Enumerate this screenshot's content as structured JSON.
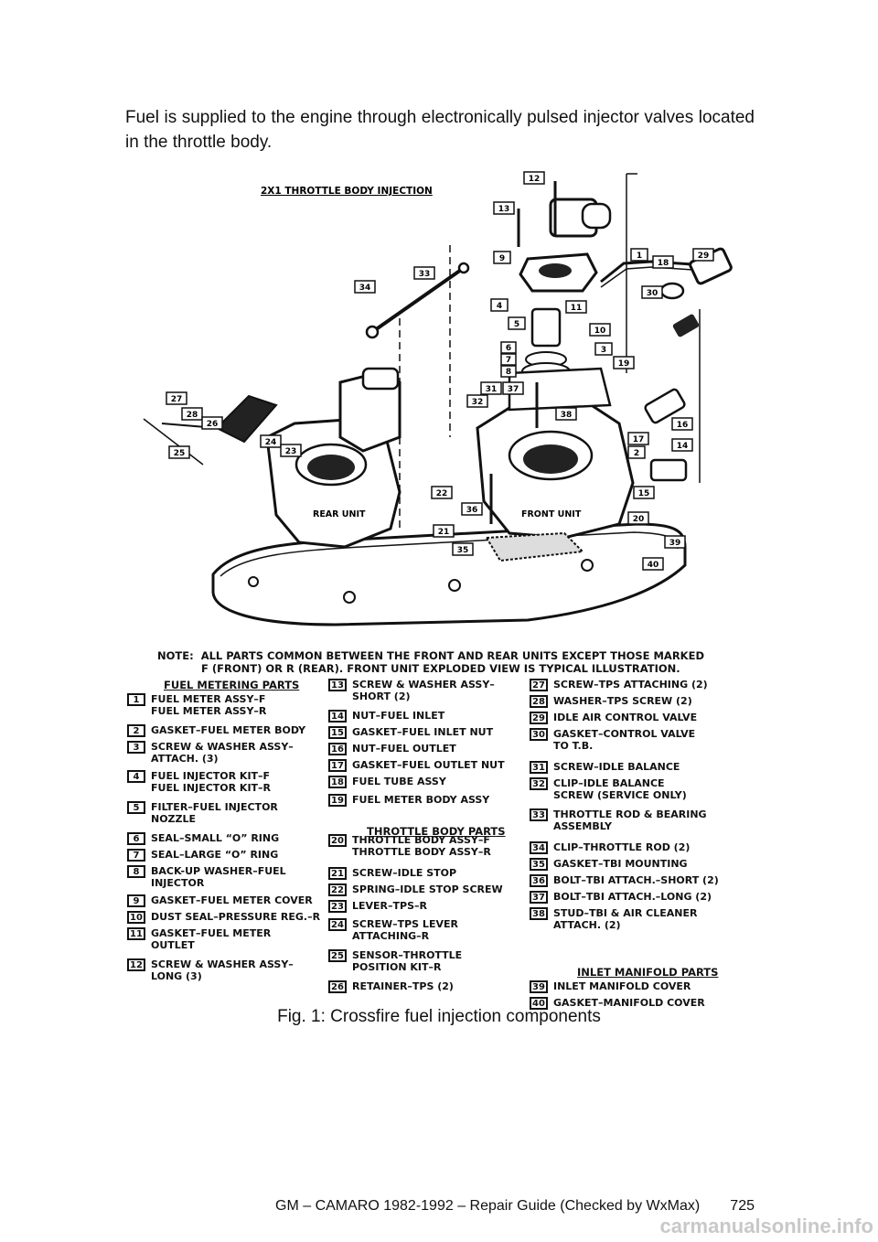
{
  "intro_text": "Fuel is supplied to the engine through electronically pulsed injector valves located in the throttle body.",
  "diagram": {
    "title": "2X1 THROTTLE BODY INJECTION",
    "rear_unit_label": "REAR UNIT",
    "front_unit_label": "FRONT UNIT",
    "callouts": [
      "12",
      "13",
      "9",
      "1",
      "18",
      "29",
      "34",
      "33",
      "30",
      "4",
      "11",
      "5",
      "10",
      "6",
      "3",
      "7",
      "8",
      "19",
      "31",
      "37",
      "32",
      "38",
      "27",
      "16",
      "28",
      "26",
      "17",
      "2",
      "24",
      "23",
      "14",
      "25",
      "22",
      "15",
      "36",
      "21",
      "20",
      "35",
      "39",
      "40"
    ]
  },
  "note": "NOTE:  ALL PARTS COMMON BETWEEN THE FRONT AND REAR UNITS EXCEPT THOSE MARKED\n            F (FRONT) OR R (REAR). FRONT UNIT EXPLODED VIEW IS TYPICAL ILLUSTRATION.",
  "headings": {
    "fuel_metering": "FUEL METERING PARTS",
    "throttle_body": "THROTTLE BODY PARTS",
    "inlet_manifold": "INLET MANIFOLD PARTS"
  },
  "parts": [
    {
      "num": "1",
      "label": "FUEL METER ASSY–F\nFUEL METER ASSY–R"
    },
    {
      "num": "2",
      "label": "GASKET–FUEL METER BODY"
    },
    {
      "num": "3",
      "label": "SCREW & WASHER ASSY–\nATTACH. (3)"
    },
    {
      "num": "4",
      "label": "FUEL INJECTOR KIT–F\nFUEL INJECTOR KIT–R"
    },
    {
      "num": "5",
      "label": "FILTER–FUEL INJECTOR\nNOZZLE"
    },
    {
      "num": "6",
      "label": "SEAL–SMALL “O” RING"
    },
    {
      "num": "7",
      "label": "SEAL–LARGE “O” RING"
    },
    {
      "num": "8",
      "label": "BACK-UP WASHER–FUEL\nINJECTOR"
    },
    {
      "num": "9",
      "label": "GASKET–FUEL METER COVER"
    },
    {
      "num": "10",
      "label": "DUST SEAL–PRESSURE REG.–R"
    },
    {
      "num": "11",
      "label": "GASKET–FUEL METER\nOUTLET"
    },
    {
      "num": "12",
      "label": "SCREW & WASHER ASSY–\nLONG (3)"
    },
    {
      "num": "13",
      "label": "SCREW & WASHER ASSY–\nSHORT (2)"
    },
    {
      "num": "14",
      "label": "NUT–FUEL INLET"
    },
    {
      "num": "15",
      "label": "GASKET–FUEL INLET NUT"
    },
    {
      "num": "16",
      "label": "NUT–FUEL OUTLET"
    },
    {
      "num": "17",
      "label": "GASKET–FUEL OUTLET NUT"
    },
    {
      "num": "18",
      "label": "FUEL TUBE ASSY"
    },
    {
      "num": "19",
      "label": "FUEL METER BODY ASSY"
    },
    {
      "num": "20",
      "label": "THROTTLE BODY ASSY–F\nTHROTTLE BODY ASSY–R"
    },
    {
      "num": "21",
      "label": "SCREW–IDLE STOP"
    },
    {
      "num": "22",
      "label": "SPRING–IDLE STOP SCREW"
    },
    {
      "num": "23",
      "label": "LEVER–TPS–R"
    },
    {
      "num": "24",
      "label": "SCREW–TPS LEVER\nATTACHING–R"
    },
    {
      "num": "25",
      "label": "SENSOR–THROTTLE\nPOSITION KIT–R"
    },
    {
      "num": "26",
      "label": "RETAINER–TPS (2)"
    },
    {
      "num": "27",
      "label": "SCREW–TPS ATTACHING (2)"
    },
    {
      "num": "28",
      "label": "WASHER–TPS SCREW (2)"
    },
    {
      "num": "29",
      "label": "IDLE AIR CONTROL VALVE"
    },
    {
      "num": "30",
      "label": "GASKET–CONTROL VALVE\nTO T.B."
    },
    {
      "num": "31",
      "label": "SCREW–IDLE BALANCE"
    },
    {
      "num": "32",
      "label": "CLIP–IDLE BALANCE\nSCREW (SERVICE ONLY)"
    },
    {
      "num": "33",
      "label": "THROTTLE ROD & BEARING\nASSEMBLY"
    },
    {
      "num": "34",
      "label": "CLIP–THROTTLE ROD (2)"
    },
    {
      "num": "35",
      "label": "GASKET–TBI MOUNTING"
    },
    {
      "num": "36",
      "label": "BOLT–TBI ATTACH.–SHORT (2)"
    },
    {
      "num": "37",
      "label": "BOLT–TBI ATTACH.–LONG (2)"
    },
    {
      "num": "38",
      "label": "STUD–TBI & AIR CLEANER\nATTACH. (2)"
    },
    {
      "num": "39",
      "label": "INLET MANIFOLD COVER"
    },
    {
      "num": "40",
      "label": "GASKET–MANIFOLD COVER"
    }
  ],
  "caption": "Fig. 1: Crossfire fuel injection components",
  "footer": {
    "text": "GM – CAMARO 1982-1992 – Repair Guide (Checked by WxMax)",
    "page": "725"
  },
  "watermark": "carmanualsonline.info"
}
